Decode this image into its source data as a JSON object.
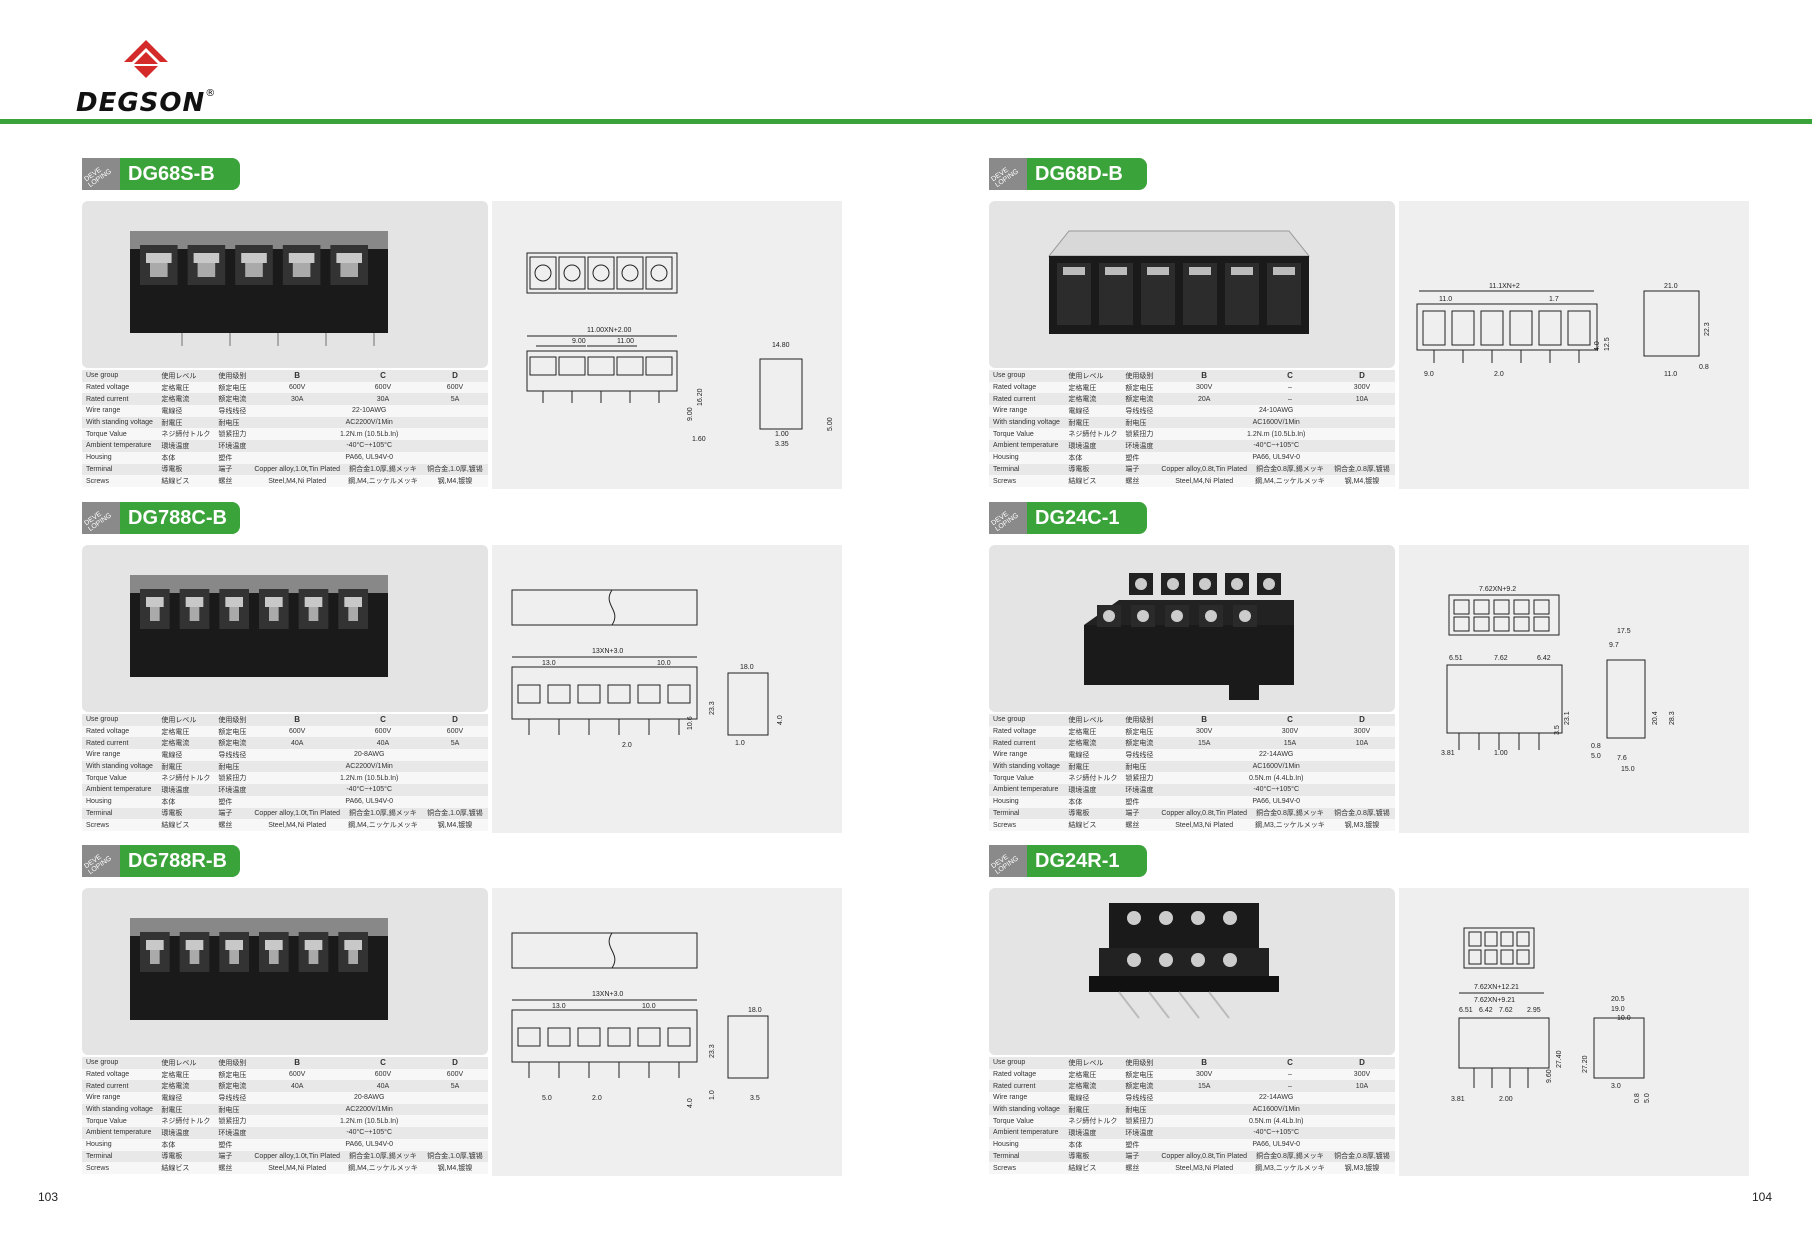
{
  "brand": {
    "name": "DEGSON",
    "mark": "®"
  },
  "pages": {
    "left": "103",
    "right": "104"
  },
  "tag_side_text": "DEVE LOPING",
  "row_labels": {
    "en": [
      "Use group",
      "Rated voltage",
      "Rated current",
      "Wire range",
      "With standing voltage",
      "Torque Value",
      "Ambient temperature",
      "Housing",
      "Terminal",
      "Screws"
    ],
    "jp": [
      "使用レベル",
      "定格電圧",
      "定格電流",
      "電線径",
      "耐電圧",
      "ネジ締付トルク",
      "環境温度",
      "本体",
      "導電板",
      "結線ビス"
    ],
    "cn": [
      "使用级别",
      "额定电压",
      "额定电流",
      "导线线径",
      "耐电压",
      "锁紧扭力",
      "环境温度",
      "塑件",
      "端子",
      "螺丝"
    ]
  },
  "products": [
    {
      "title": "DG68S-B",
      "values": [
        [
          "B",
          "C",
          "D"
        ],
        [
          "600V",
          "600V",
          "600V"
        ],
        [
          "30A",
          "30A",
          "5A"
        ],
        [
          "22-10AWG"
        ],
        [
          "AC2200V/1Min"
        ],
        [
          "1.2N.m (10.5Lb.In)"
        ],
        [
          "-40°C~+105°C"
        ],
        [
          "PA66, UL94V-0"
        ],
        [
          "Copper alloy,1.0t,Tin Plated",
          "銅合金1.0厚,錫メッキ",
          "铜合金,1.0厚,镀锡"
        ],
        [
          "Steel,M4,Ni Plated",
          "鋼,M4,ニッケルメッキ",
          "钢,M4,镀镍"
        ]
      ],
      "dims": [
        "11.00XN+2.00",
        "9.00",
        "11.00",
        "14.80",
        "16.20",
        "9.00",
        "5.00",
        "1.60",
        "1.00",
        "3.35"
      ]
    },
    {
      "title": "DG68D-B",
      "values": [
        [
          "B",
          "C",
          "D"
        ],
        [
          "300V",
          "–",
          "300V"
        ],
        [
          "20A",
          "–",
          "10A"
        ],
        [
          "24-10AWG"
        ],
        [
          "AC1600V/1Min"
        ],
        [
          "1.2N.m (10.5Lb.In)"
        ],
        [
          "-40°C~+105°C"
        ],
        [
          "PA66, UL94V-0"
        ],
        [
          "Copper alloy,0.8t,Tin Plated",
          "銅合金0.8厚,錫メッキ",
          "铜合金,0.8厚,镀锡"
        ],
        [
          "Steel,M4,Ni Plated",
          "鋼,M4,ニッケルメッキ",
          "钢,M4,镀镍"
        ]
      ],
      "dims": [
        "11.1XN+2",
        "11.0",
        "1.7",
        "21.0",
        "22.3",
        "12.5",
        "4.0",
        "9.0",
        "2.0",
        "11.0",
        "0.8"
      ]
    },
    {
      "title": "DG788C-B",
      "values": [
        [
          "B",
          "C",
          "D"
        ],
        [
          "600V",
          "600V",
          "600V"
        ],
        [
          "40A",
          "40A",
          "5A"
        ],
        [
          "20-8AWG"
        ],
        [
          "AC2200V/1Min"
        ],
        [
          "1.2N.m (10.5Lb.In)"
        ],
        [
          "-40°C~+105°C"
        ],
        [
          "PA66, UL94V-0"
        ],
        [
          "Copper alloy,1.0t,Tin Plated",
          "銅合金1.0厚,錫メッキ",
          "铜合金,1.0厚,镀锡"
        ],
        [
          "Steel,M4,Ni Plated",
          "鋼,M4,ニッケルメッキ",
          "钢,M4,镀镍"
        ]
      ],
      "dims": [
        "13XN+3.0",
        "13.0",
        "10.0",
        "18.0",
        "23.3",
        "10.6",
        "4.0",
        "2.0",
        "1.0"
      ]
    },
    {
      "title": "DG24C-1",
      "values": [
        [
          "B",
          "C",
          "D"
        ],
        [
          "300V",
          "300V",
          "300V"
        ],
        [
          "15A",
          "15A",
          "10A"
        ],
        [
          "22-14AWG"
        ],
        [
          "AC1600V/1Min"
        ],
        [
          "0.5N.m (4.4Lb.In)"
        ],
        [
          "-40°C~+105°C"
        ],
        [
          "PA66, UL94V-0"
        ],
        [
          "Copper alloy,0.8t,Tin Plated",
          "銅合金0.8厚,錫メッキ",
          "铜合金,0.8厚,镀锡"
        ],
        [
          "Steel,M3,Ni Plated",
          "鋼,M3,ニッケルメッキ",
          "钢,M3,镀镍"
        ]
      ],
      "dims": [
        "7.62XN+9.2",
        "17.5",
        "9.7",
        "6.51",
        "7.62",
        "6.42",
        "23.1",
        "3.5",
        "20.4",
        "28.3",
        "3.81",
        "1.00",
        "0.8",
        "5.0",
        "7.6",
        "15.0"
      ]
    },
    {
      "title": "DG788R-B",
      "values": [
        [
          "B",
          "C",
          "D"
        ],
        [
          "600V",
          "600V",
          "600V"
        ],
        [
          "40A",
          "40A",
          "5A"
        ],
        [
          "20-8AWG"
        ],
        [
          "AC2200V/1Min"
        ],
        [
          "1.2N.m (10.5Lb.In)"
        ],
        [
          "-40°C~+105°C"
        ],
        [
          "PA66, UL94V-0"
        ],
        [
          "Copper alloy,1.0t,Tin Plated",
          "銅合金1.0厚,錫メッキ",
          "铜合金,1.0厚,镀锡"
        ],
        [
          "Steel,M4,Ni Plated",
          "鋼,M4,ニッケルメッキ",
          "钢,M4,镀镍"
        ]
      ],
      "dims": [
        "13XN+3.0",
        "13.0",
        "10.0",
        "18.0",
        "23.3",
        "1.0",
        "4.0",
        "5.0",
        "2.0",
        "3.5"
      ]
    },
    {
      "title": "DG24R-1",
      "values": [
        [
          "B",
          "C",
          "D"
        ],
        [
          "300V",
          "–",
          "300V"
        ],
        [
          "15A",
          "–",
          "10A"
        ],
        [
          "22-14AWG"
        ],
        [
          "AC1600V/1Min"
        ],
        [
          "0.5N.m (4.4Lb.In)"
        ],
        [
          "-40°C~+105°C"
        ],
        [
          "PA66, UL94V-0"
        ],
        [
          "Copper alloy,0.8t,Tin Plated",
          "銅合金0.8厚,錫メッキ",
          "铜合金,0.8厚,镀锡"
        ],
        [
          "Steel,M3,Ni Plated",
          "鋼,M3,ニッケルメッキ",
          "钢,M3,镀镍"
        ]
      ],
      "dims": [
        "7.62XN+12.21",
        "7.62XN+9.21",
        "6.51",
        "6.42",
        "7.62",
        "2.95",
        "27.40",
        "9.60",
        "3.81",
        "2.00",
        "20.5",
        "19.0",
        "10.0",
        "27.20",
        "3.0",
        "0.8",
        "5.0"
      ]
    }
  ],
  "colors": {
    "accent": "#3aa33a",
    "logo_red": "#d42a2a"
  }
}
